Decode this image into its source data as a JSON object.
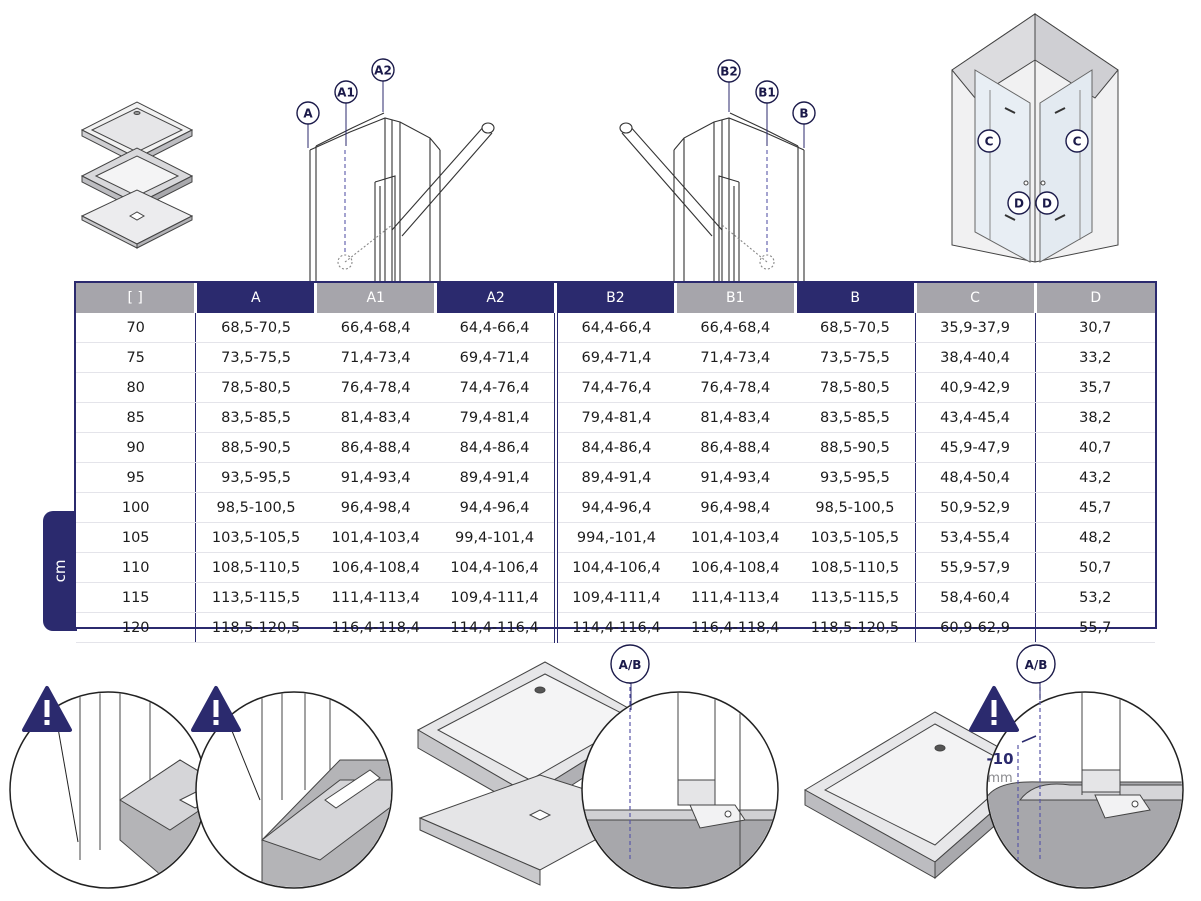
{
  "table": {
    "headers": [
      "[ ]",
      "A",
      "A1",
      "A2",
      "B2",
      "B1",
      "B",
      "C",
      "D"
    ],
    "header_colors": [
      "#a6a5ab",
      "#2b2a6e",
      "#a6a5ab",
      "#2b2a6e",
      "#2b2a6e",
      "#a6a5ab",
      "#2b2a6e",
      "#a6a5ab",
      "#a6a5ab"
    ],
    "rows": [
      [
        "70",
        "68,5-70,5",
        "66,4-68,4",
        "64,4-66,4",
        "64,4-66,4",
        "66,4-68,4",
        "68,5-70,5",
        "35,9-37,9",
        "30,7"
      ],
      [
        "75",
        "73,5-75,5",
        "71,4-73,4",
        "69,4-71,4",
        "69,4-71,4",
        "71,4-73,4",
        "73,5-75,5",
        "38,4-40,4",
        "33,2"
      ],
      [
        "80",
        "78,5-80,5",
        "76,4-78,4",
        "74,4-76,4",
        "74,4-76,4",
        "76,4-78,4",
        "78,5-80,5",
        "40,9-42,9",
        "35,7"
      ],
      [
        "85",
        "83,5-85,5",
        "81,4-83,4",
        "79,4-81,4",
        "79,4-81,4",
        "81,4-83,4",
        "83,5-85,5",
        "43,4-45,4",
        "38,2"
      ],
      [
        "90",
        "88,5-90,5",
        "86,4-88,4",
        "84,4-86,4",
        "84,4-86,4",
        "86,4-88,4",
        "88,5-90,5",
        "45,9-47,9",
        "40,7"
      ],
      [
        "95",
        "93,5-95,5",
        "91,4-93,4",
        "89,4-91,4",
        "89,4-91,4",
        "91,4-93,4",
        "93,5-95,5",
        "48,4-50,4",
        "43,2"
      ],
      [
        "100",
        "98,5-100,5",
        "96,4-98,4",
        "94,4-96,4",
        "94,4-96,4",
        "96,4-98,4",
        "98,5-100,5",
        "50,9-52,9",
        "45,7"
      ],
      [
        "105",
        "103,5-105,5",
        "101,4-103,4",
        "99,4-101,4",
        "994,-101,4",
        "101,4-103,4",
        "103,5-105,5",
        "53,4-55,4",
        "48,2"
      ],
      [
        "110",
        "108,5-110,5",
        "106,4-108,4",
        "104,4-106,4",
        "104,4-106,4",
        "106,4-108,4",
        "108,5-110,5",
        "55,9-57,9",
        "50,7"
      ],
      [
        "115",
        "113,5-115,5",
        "111,4-113,4",
        "109,4-111,4",
        "109,4-111,4",
        "111,4-113,4",
        "113,5-115,5",
        "58,4-60,4",
        "53,2"
      ],
      [
        "120",
        "118,5-120,5",
        "116,4-118,4",
        "114,4-116,4",
        "114,4-116,4",
        "116,4-118,4",
        "118,5-120,5",
        "60,9-62,9",
        "55,7"
      ]
    ],
    "unit": "cm"
  },
  "labels": {
    "A": "A",
    "A1": "A1",
    "A2": "A2",
    "B": "B",
    "B1": "B1",
    "B2": "B2",
    "C": "C",
    "D": "D",
    "AB": "A/B"
  },
  "tolerance": {
    "value": "-10",
    "unit": "mm"
  },
  "colors": {
    "navy": "#2b2a6e",
    "gray_header": "#a6a5ab",
    "line": "#3a3a3a",
    "warning": "#2b2a6e"
  },
  "icons": [
    "warning-icon",
    "shower-tray-icon",
    "shower-enclosure-icon",
    "profile-detail-icon",
    "magnifier-detail-icon"
  ]
}
